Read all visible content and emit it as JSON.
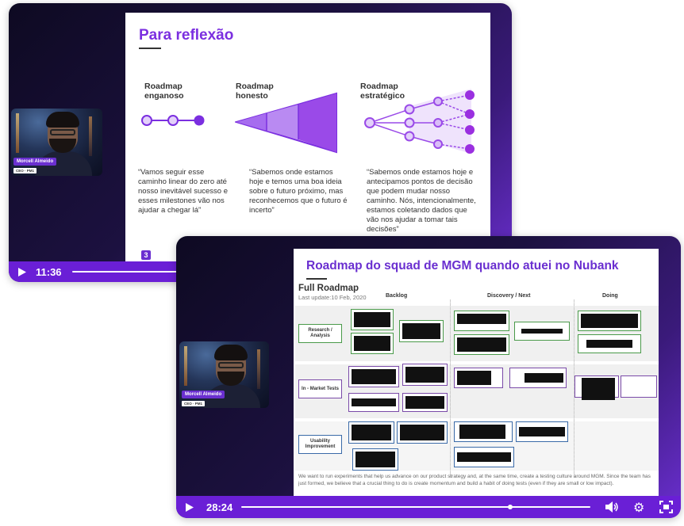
{
  "player1": {
    "time": "11:36",
    "presenter": {
      "name": "Morcell Almeido",
      "role": "CEO · PM1"
    },
    "slide": {
      "title": "Para reflexão",
      "columns": [
        {
          "label": "Roadmap enganoso",
          "quote": "“Vamos seguir esse caminho linear do zero até nosso inevitável sucesso e esses milestones vão nos ajudar a chegar lá”"
        },
        {
          "label": "Roadmap honesto",
          "quote": "“Sabemos onde estamos hoje e temos uma boa ideia sobre o futuro próximo, mas reconhecemos que o futuro é incerto”"
        },
        {
          "label": "Roadmap estratégico",
          "quote": "“Sabemos onde estamos hoje e antecipamos pontos de decisão que podem mudar nosso caminho. Nós, intencionalmente, estamos coletando dados que vão nos ajudar a tomar tais decisões”"
        }
      ],
      "logo": "3"
    },
    "progress": 0.22
  },
  "player2": {
    "time": "28:24",
    "presenter": {
      "name": "Morcell Almeido",
      "role": "CEO · PM1"
    },
    "slide": {
      "title": "Roadmap do squad de MGM quando atuei no Nubank",
      "subtitle": "Full Roadmap",
      "last_update": "Last update:10 Feb, 2020",
      "columns": [
        "Backlog",
        "Discovery / Next",
        "Doing"
      ],
      "rows": [
        "Research / Analysis",
        "In - Market Tests",
        "Usability Improvement"
      ],
      "footer": "We want to run experiments that help us advance on our product strategy and, at the same time, create a testing culture around MGM. Since the team has just formed, we believe that a crucial thing to do is create momentum and build a habit of doing tests (even if they are small or low impact)."
    },
    "progress": 0.77
  },
  "colors": {
    "accent": "#6a1fd6",
    "purple": "#7b2fe0",
    "green": "#4a9a4a",
    "violet": "#7a4aa8",
    "blue": "#3a6aa8"
  }
}
